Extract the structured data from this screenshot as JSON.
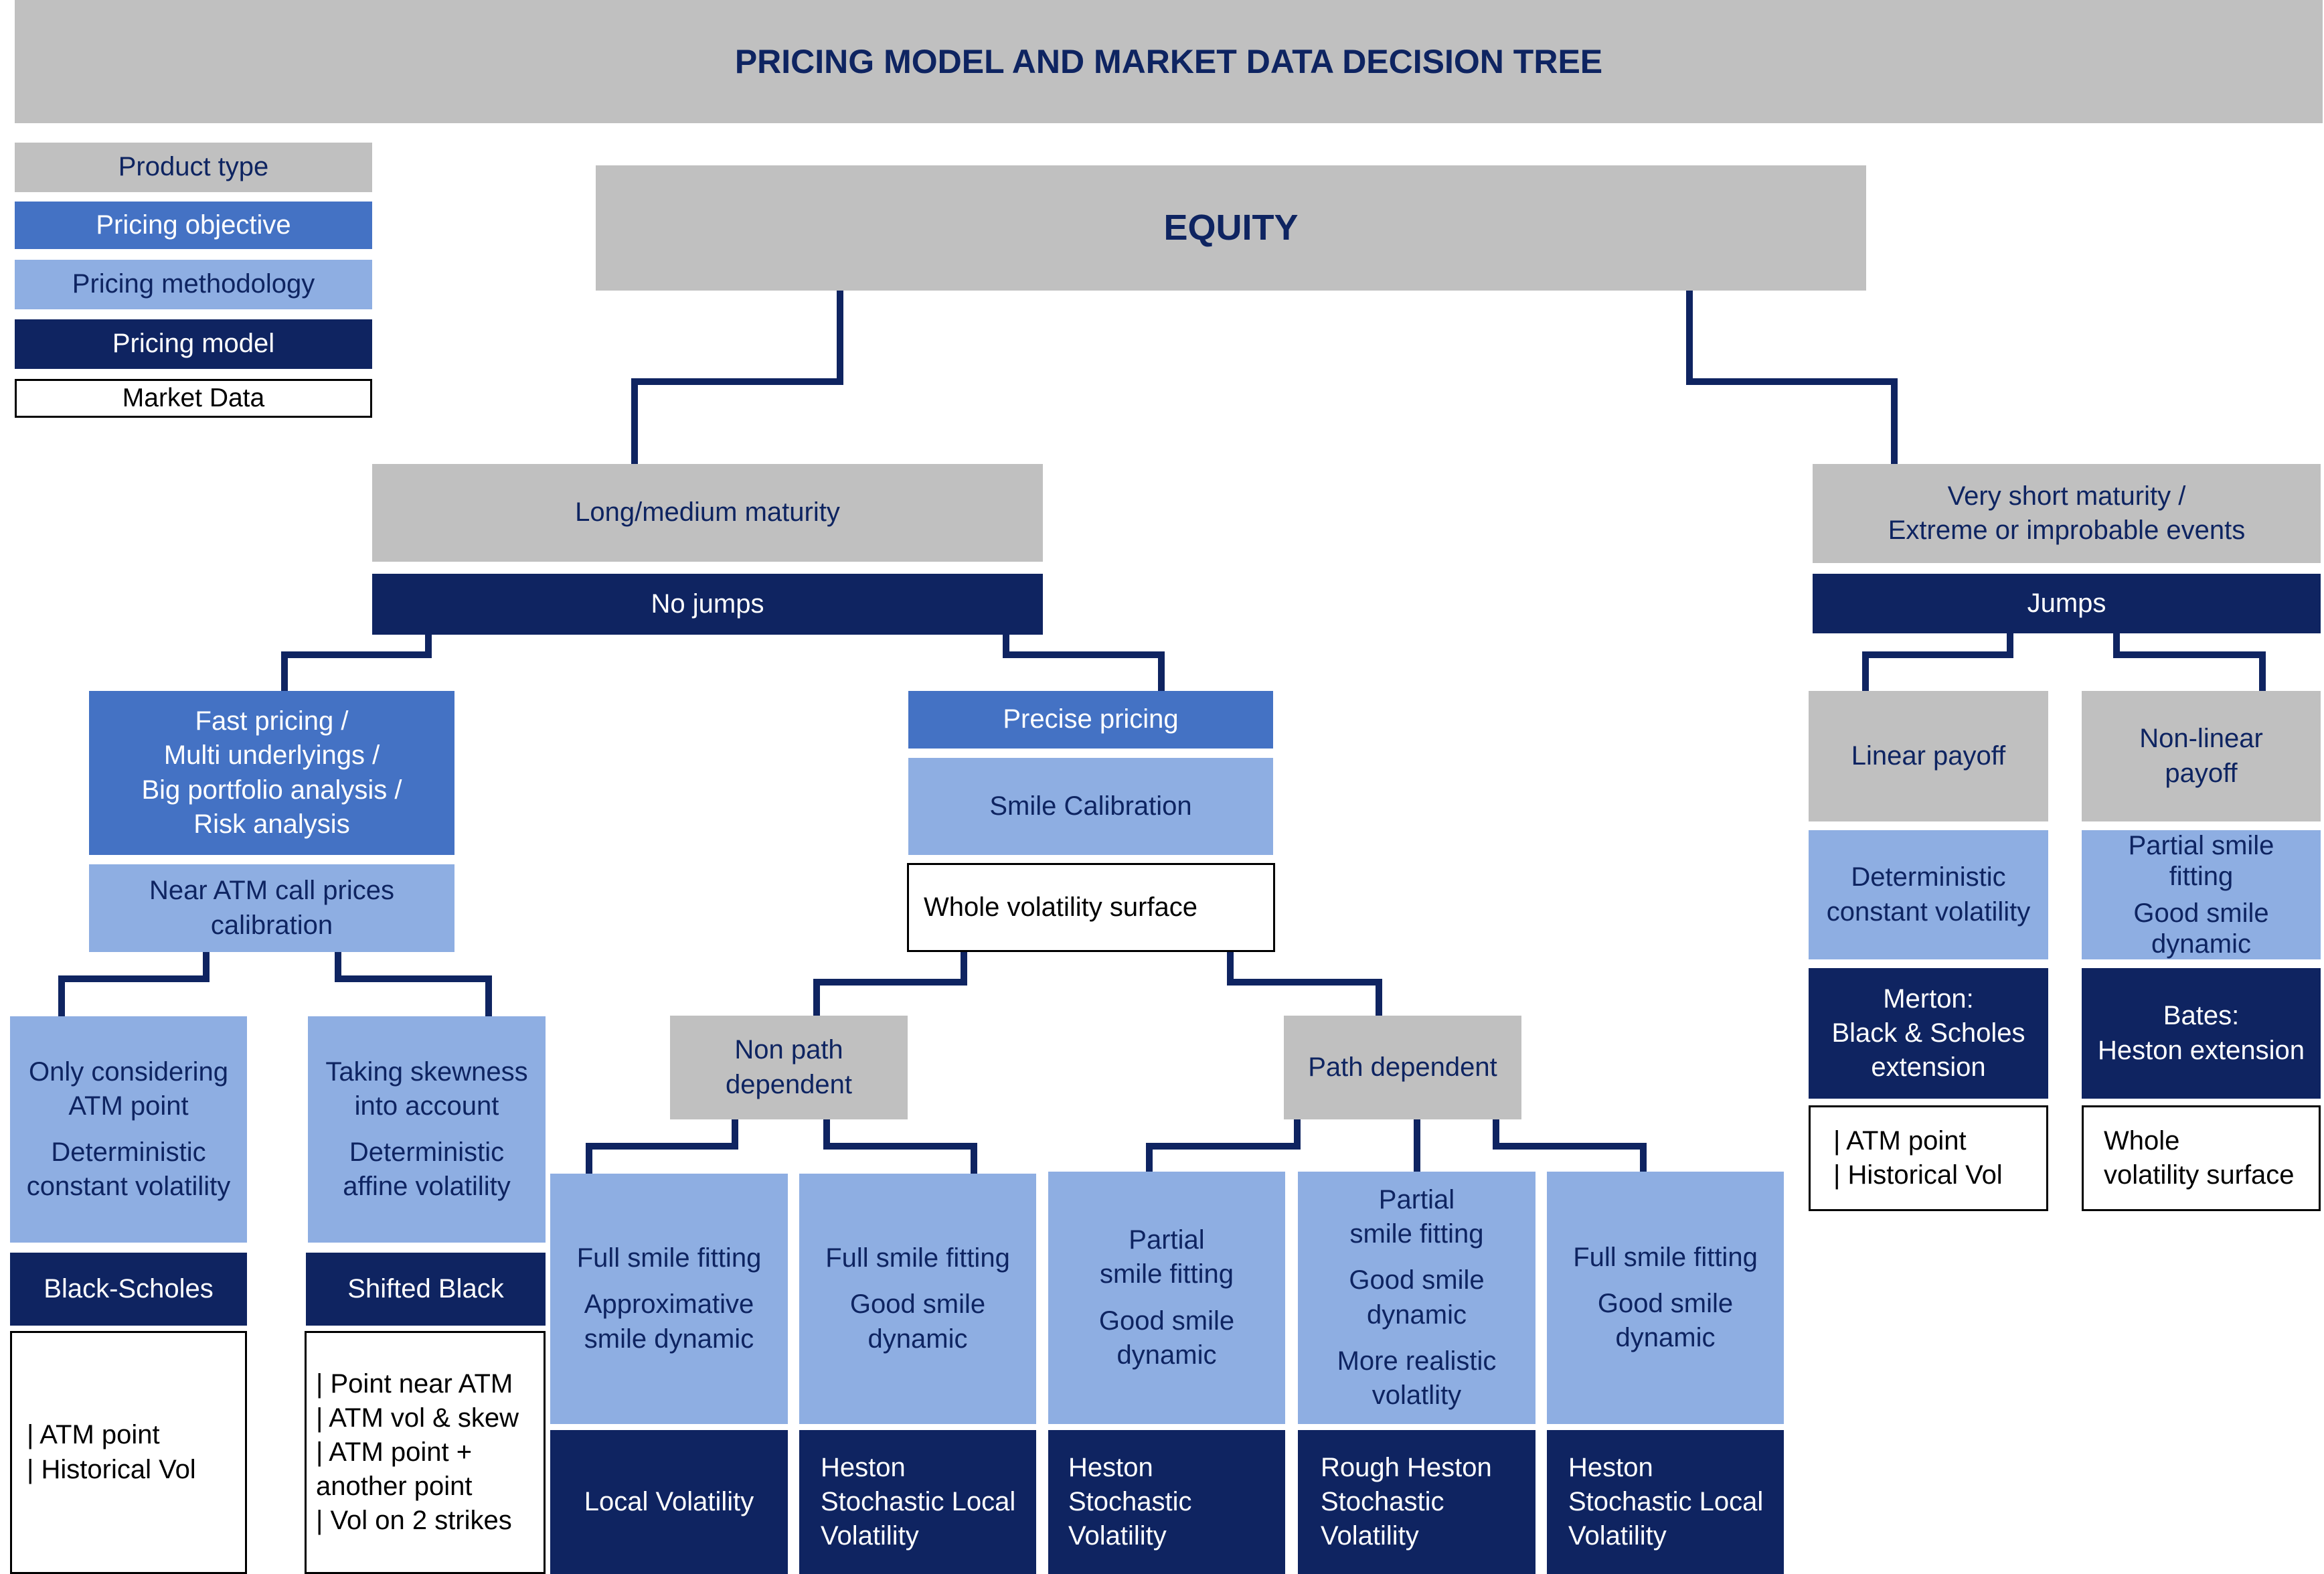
{
  "title": "PRICING MODEL AND MARKET DATA DECISION TREE",
  "legend": {
    "product_type": "Product type",
    "pricing_objective": "Pricing objective",
    "pricing_methodology": "Pricing methodology",
    "pricing_model": "Pricing model",
    "market_data": "Market Data"
  },
  "colors": {
    "product_type": "#c0c0c0",
    "pricing_objective": "#4472c4",
    "pricing_methodology": "#8eaee2",
    "pricing_model": "#0f2461",
    "market_data": "#ffffff",
    "connector": "#0f2461"
  },
  "root": "EQUITY",
  "branches": {
    "long": {
      "label": "Long/medium maturity",
      "jumps": "No jumps",
      "fast": {
        "objective": [
          "Fast pricing /",
          "Multi underlyings /",
          "Big portfolio analysis /",
          "Risk analysis"
        ],
        "methodology": [
          "Near ATM call prices",
          "calibration"
        ],
        "atm": {
          "methodology": [
            "Only considering",
            "ATM point"
          ],
          "methodology_detail": [
            "Deterministic",
            "constant volatility"
          ],
          "model": "Black-Scholes",
          "market_data": [
            "| ATM point",
            "| Historical Vol"
          ]
        },
        "skew": {
          "methodology": [
            "Taking skewness",
            "into account"
          ],
          "methodology_detail": [
            "Deterministic",
            "affine volatility"
          ],
          "model": "Shifted Black",
          "market_data": [
            "| Point near ATM",
            "| ATM vol & skew",
            "| ATM point +",
            "another point",
            "| Vol on 2 strikes"
          ]
        }
      },
      "precise": {
        "objective": "Precise pricing",
        "methodology": "Smile Calibration",
        "market_data": "Whole volatility surface",
        "non_path": {
          "label": [
            "Non path",
            "dependent"
          ],
          "leaves": [
            {
              "methodology": [
                "Full smile fitting"
              ],
              "detail": [
                "Approximative",
                "smile dynamic"
              ],
              "model": [
                "Local Volatility"
              ]
            },
            {
              "methodology": [
                "Full smile fitting"
              ],
              "detail": [
                "Good smile",
                "dynamic"
              ],
              "model": [
                "Heston",
                "Stochastic Local",
                "Volatility"
              ]
            }
          ]
        },
        "path": {
          "label": [
            "Path dependent"
          ],
          "leaves": [
            {
              "methodology": [
                "Partial",
                "smile fitting"
              ],
              "detail": [
                "Good smile",
                "dynamic"
              ],
              "model": [
                "Heston",
                "Stochastic",
                "Volatility"
              ]
            },
            {
              "methodology": [
                "Partial",
                "smile fitting"
              ],
              "detail": [
                "Good smile",
                "dynamic"
              ],
              "detail2": [
                "More realistic",
                "volatlity"
              ],
              "model": [
                "Rough Heston",
                "Stochastic",
                "Volatility"
              ]
            },
            {
              "methodology": [
                "Full smile fitting"
              ],
              "detail": [
                "Good smile",
                "dynamic"
              ],
              "model": [
                "Heston",
                "Stochastic Local",
                "Volatility"
              ]
            }
          ]
        }
      }
    },
    "short": {
      "label": [
        "Very short maturity /",
        "Extreme or improbable events"
      ],
      "jumps": "Jumps",
      "linear": {
        "payoff": "Linear payoff",
        "methodology": [
          "Deterministic",
          "constant volatility"
        ],
        "model": [
          "Merton:",
          "Black & Scholes",
          "extension"
        ],
        "market_data": [
          "| ATM point",
          "| Historical Vol"
        ]
      },
      "nonlinear": {
        "payoff": [
          "Non-linear",
          "payoff"
        ],
        "methodology": [
          "Partial smile",
          "fitting"
        ],
        "methodology_detail": [
          "Good smile",
          "dynamic"
        ],
        "model": [
          "Bates:",
          "Heston extension"
        ],
        "market_data": [
          "Whole",
          "volatility surface"
        ]
      }
    }
  }
}
